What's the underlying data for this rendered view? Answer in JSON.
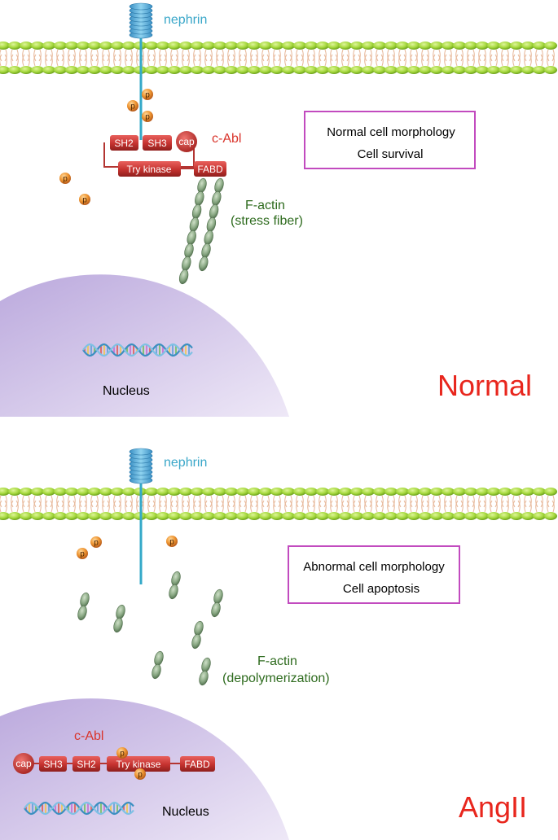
{
  "colors": {
    "nephrin_label": "#3aa7c9",
    "cabl_label": "#d9342b",
    "actin_label": "#2e6b1e",
    "panel_label": "#e8261d",
    "box_border": "#c24bbf",
    "membrane_green": "#9dd63b",
    "nucleus": "#d8cdec",
    "domain_red": "#c9393a",
    "phospho_orange": "#e88a2a",
    "actin_green": "#7f9f7a"
  },
  "normal": {
    "nephrin_label": "nephrin",
    "cabl_label": "c-Abl",
    "domains": {
      "sh2": "SH2",
      "sh3": "SH3",
      "cap": "cap",
      "kinase": "Try kinase",
      "fabd": "FABD"
    },
    "phospho": "p",
    "actin_label_1": "F-actin",
    "actin_label_2": "(stress fiber)",
    "box_line_1": "Normal cell morphology",
    "box_line_2": "Cell survival",
    "nucleus_label": "Nucleus",
    "panel_label": "Normal"
  },
  "angii": {
    "nephrin_label": "nephrin",
    "cabl_label": "c-Abl",
    "domains": {
      "cap": "cap",
      "sh3": "SH3",
      "sh2": "SH2",
      "kinase": "Try kinase",
      "fabd": "FABD"
    },
    "phospho": "p",
    "actin_label_1": "F-actin",
    "actin_label_2": "(depolymerization)",
    "box_line_1": "Abnormal cell morphology",
    "box_line_2": "Cell apoptosis",
    "nucleus_label": "Nucleus",
    "panel_label": "AngII"
  }
}
